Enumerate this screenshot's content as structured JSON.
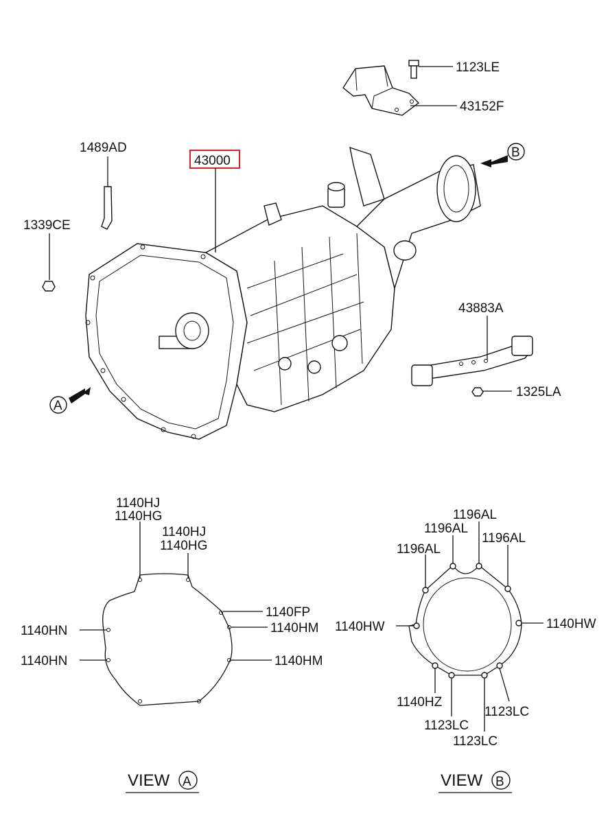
{
  "colors": {
    "line": "#111111",
    "highlight": "#e02020",
    "background": "#ffffff"
  },
  "labels": {
    "p_1123LE": "1123LE",
    "p_43152F": "43152F",
    "p_1489AD": "1489AD",
    "p_43000": "43000",
    "p_1339CE": "1339CE",
    "p_43883A": "43883A",
    "p_1325LA": "1325LA",
    "arrow_a": "A",
    "arrow_b": "B"
  },
  "view_a": {
    "title": "VIEW",
    "marker": "A",
    "hj_top_1": "1140HJ",
    "hg_top_1": "1140HG",
    "hj_top_2": "1140HJ",
    "hg_top_2": "1140HG",
    "fp": "1140FP",
    "hm_1": "1140HM",
    "hm_2": "1140HM",
    "hn_1": "1140HN",
    "hn_2": "1140HN"
  },
  "view_b": {
    "title": "VIEW",
    "marker": "B",
    "al_center": "1196AL",
    "al_left_inner": "1196AL",
    "al_left_outer": "1196AL",
    "al_right": "1196AL",
    "hw_left": "1140HW",
    "hw_right": "1140HW",
    "hz": "1140HZ",
    "lc_right": "1123LC",
    "lc_mid": "1123LC",
    "lc_bottom": "1123LC"
  }
}
